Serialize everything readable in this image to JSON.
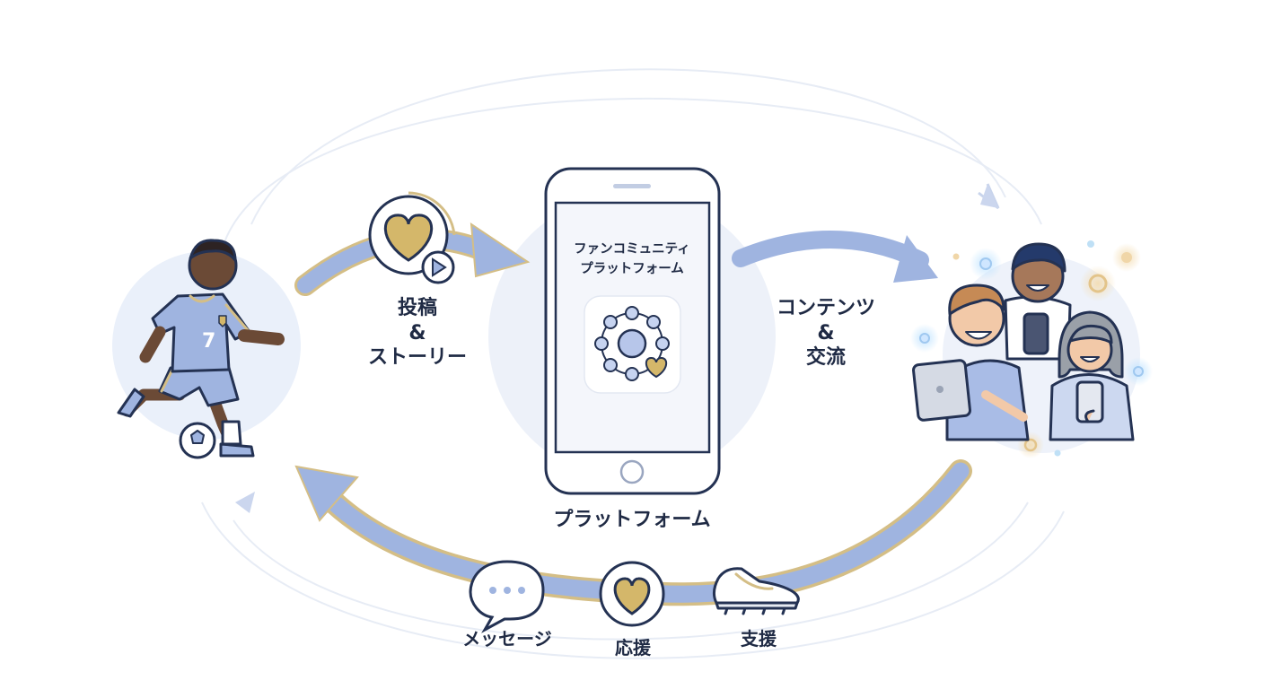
{
  "platform_screen": {
    "line1": "ファンコミュニティ",
    "line2": "プラットフォーム"
  },
  "labels": {
    "post_line1": "投稿",
    "post_line2": "&",
    "post_line3": "ストーリー",
    "content_line1": "コンテンツ",
    "content_line2": "&",
    "content_line3": "交流",
    "platform": "プラットフォーム",
    "message": "メッセージ",
    "cheer": "応援",
    "support": "支援"
  },
  "athlete": {
    "jersey_number": "7"
  },
  "colors": {
    "arrow_blue": "#9fb4e0",
    "gold_accent": "#c9a864",
    "navy_outline": "#243253",
    "soft_circle": "#eaf0fa"
  }
}
